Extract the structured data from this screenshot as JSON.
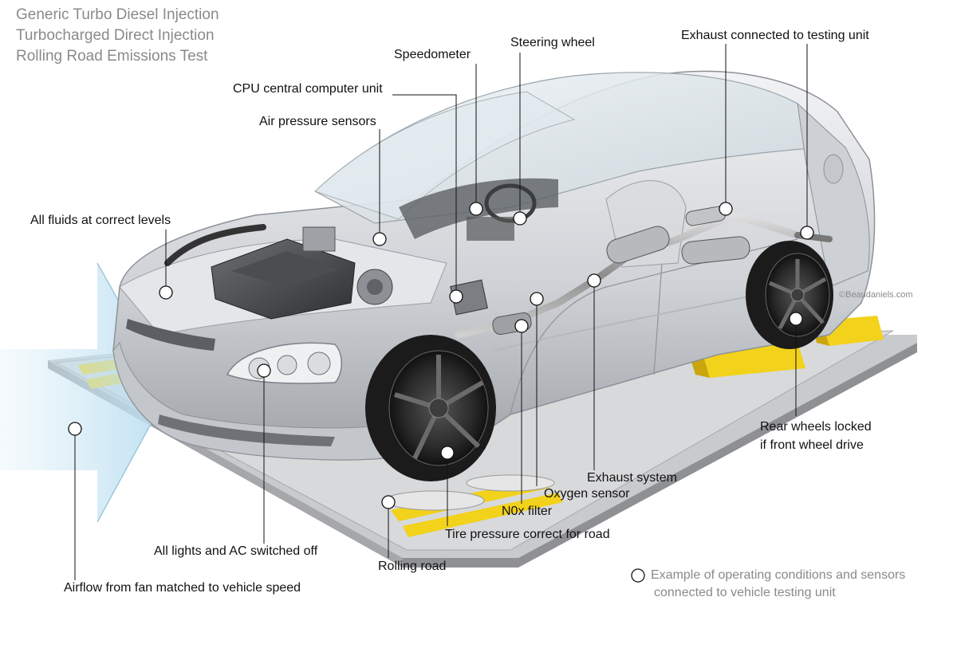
{
  "title": {
    "line1": "Generic Turbo Diesel Injection",
    "line2": "Turbocharged Direct Injection",
    "line3": "Rolling Road Emissions Test"
  },
  "callouts": {
    "speedometer": "Speedometer",
    "steering_wheel": "Steering wheel",
    "exhaust_testing": "Exhaust connected to testing unit",
    "cpu": "CPU central computer unit",
    "air_pressure": "Air pressure sensors",
    "fluids": "All fluids at correct levels",
    "rear_wheels_line1": "Rear wheels locked",
    "rear_wheels_line2": "if front wheel drive",
    "exhaust_system": "Exhaust system",
    "oxygen_sensor": "Oxygen sensor",
    "nox_filter": "N0x filter",
    "tire_pressure": "Tire pressure correct for road",
    "lights_ac": "All lights and AC switched off",
    "rolling_road": "Rolling road",
    "airflow": "Airflow from fan matched to vehicle speed"
  },
  "legend": {
    "line1": "Example of operating conditions  and sensors",
    "line2": "connected to vehicle testing unit"
  },
  "credit": "©Beaudaniels.com",
  "colors": {
    "road_yellow": "#f2d21a",
    "airflow_blue": "#cfe8f4",
    "car_silver": "#d4d6d9",
    "leader_line": "#111111",
    "title_gray": "#8a8a8a"
  }
}
